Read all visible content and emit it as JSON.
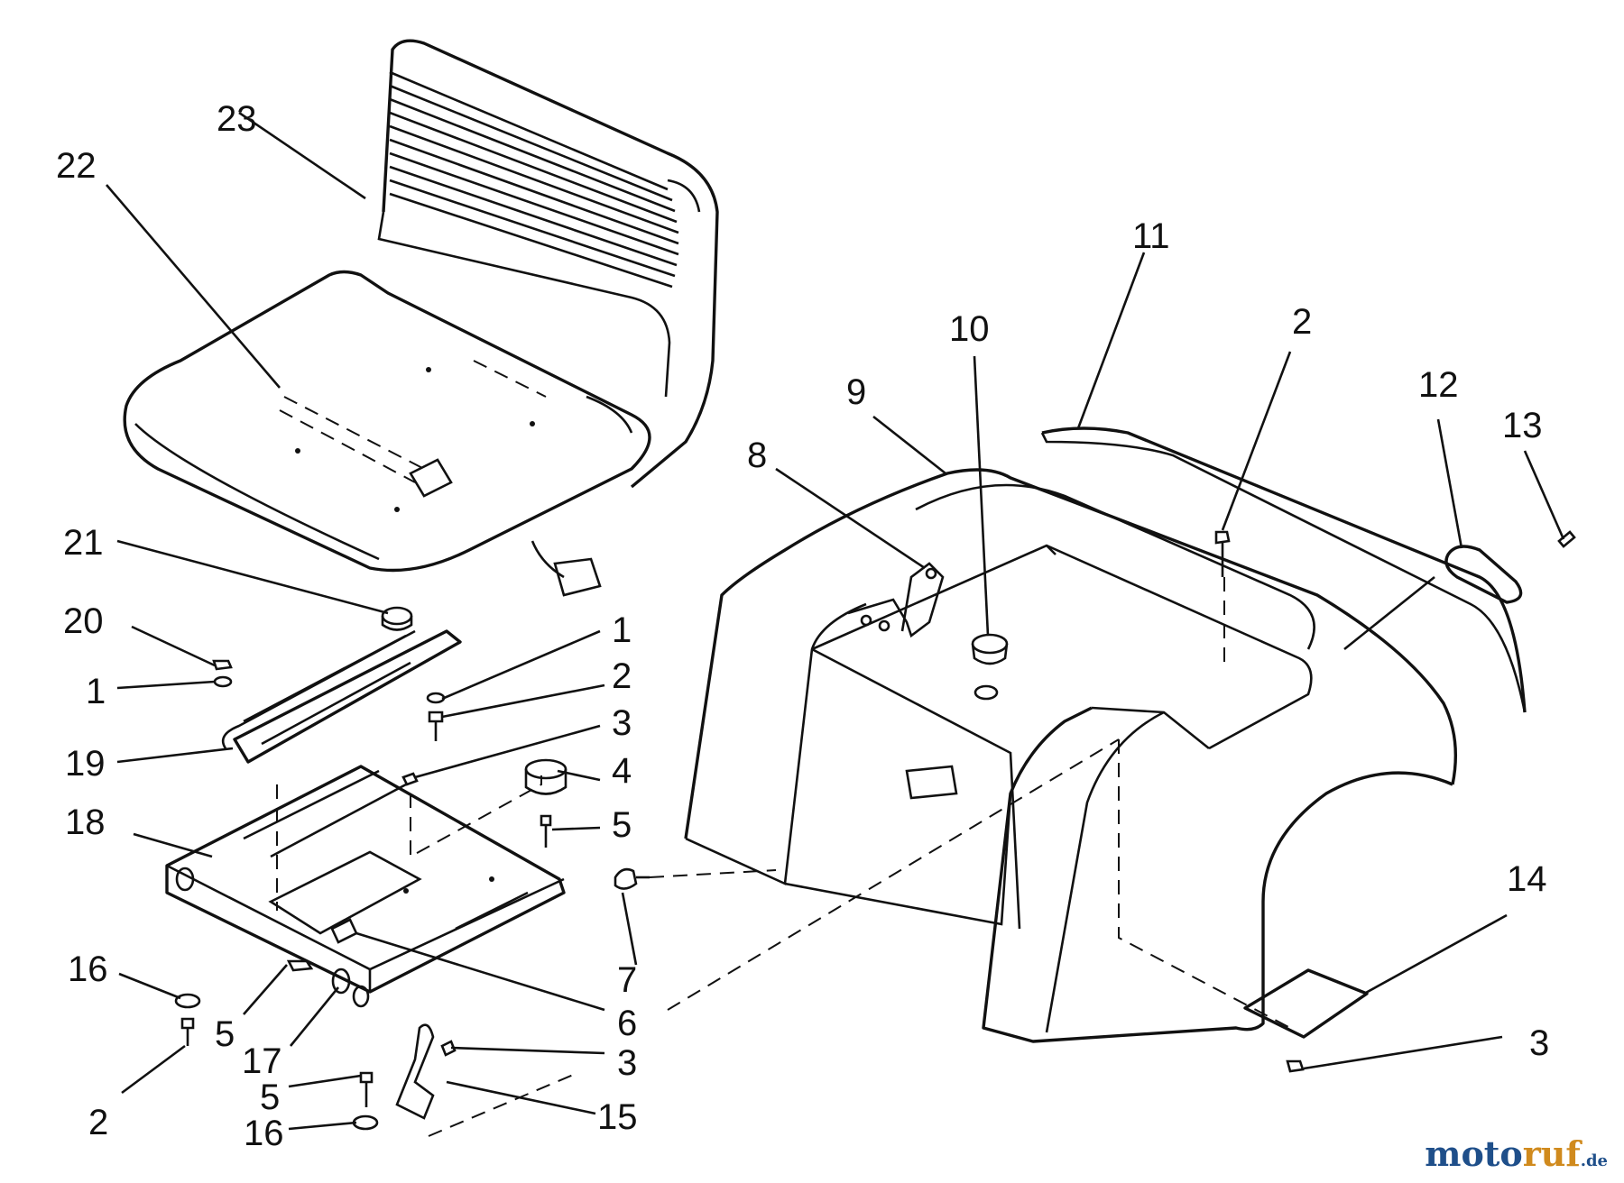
{
  "callouts": [
    {
      "id": "c23",
      "label": "23"
    },
    {
      "id": "c22",
      "label": "22"
    },
    {
      "id": "c21",
      "label": "21"
    },
    {
      "id": "c20",
      "label": "20"
    },
    {
      "id": "c1a",
      "label": "1"
    },
    {
      "id": "c19",
      "label": "19"
    },
    {
      "id": "c18",
      "label": "18"
    },
    {
      "id": "c1b",
      "label": "1"
    },
    {
      "id": "c2a",
      "label": "2"
    },
    {
      "id": "c3a",
      "label": "3"
    },
    {
      "id": "c4",
      "label": "4"
    },
    {
      "id": "c5a",
      "label": "5"
    },
    {
      "id": "c7",
      "label": "7"
    },
    {
      "id": "c6",
      "label": "6"
    },
    {
      "id": "c3b",
      "label": "3"
    },
    {
      "id": "c15",
      "label": "15"
    },
    {
      "id": "c16a",
      "label": "16"
    },
    {
      "id": "c5b",
      "label": "5"
    },
    {
      "id": "c17",
      "label": "17"
    },
    {
      "id": "c2b",
      "label": "2"
    },
    {
      "id": "c5c",
      "label": "5"
    },
    {
      "id": "c16b",
      "label": "16"
    },
    {
      "id": "c11",
      "label": "11"
    },
    {
      "id": "c10",
      "label": "10"
    },
    {
      "id": "c9",
      "label": "9"
    },
    {
      "id": "c8",
      "label": "8"
    },
    {
      "id": "c2c",
      "label": "2"
    },
    {
      "id": "c12",
      "label": "12"
    },
    {
      "id": "c13",
      "label": "13"
    },
    {
      "id": "c14",
      "label": "14"
    },
    {
      "id": "c3c",
      "label": "3"
    }
  ],
  "watermark": {
    "part1": "moto",
    "part2": "ruf",
    "suffix": ".de"
  }
}
